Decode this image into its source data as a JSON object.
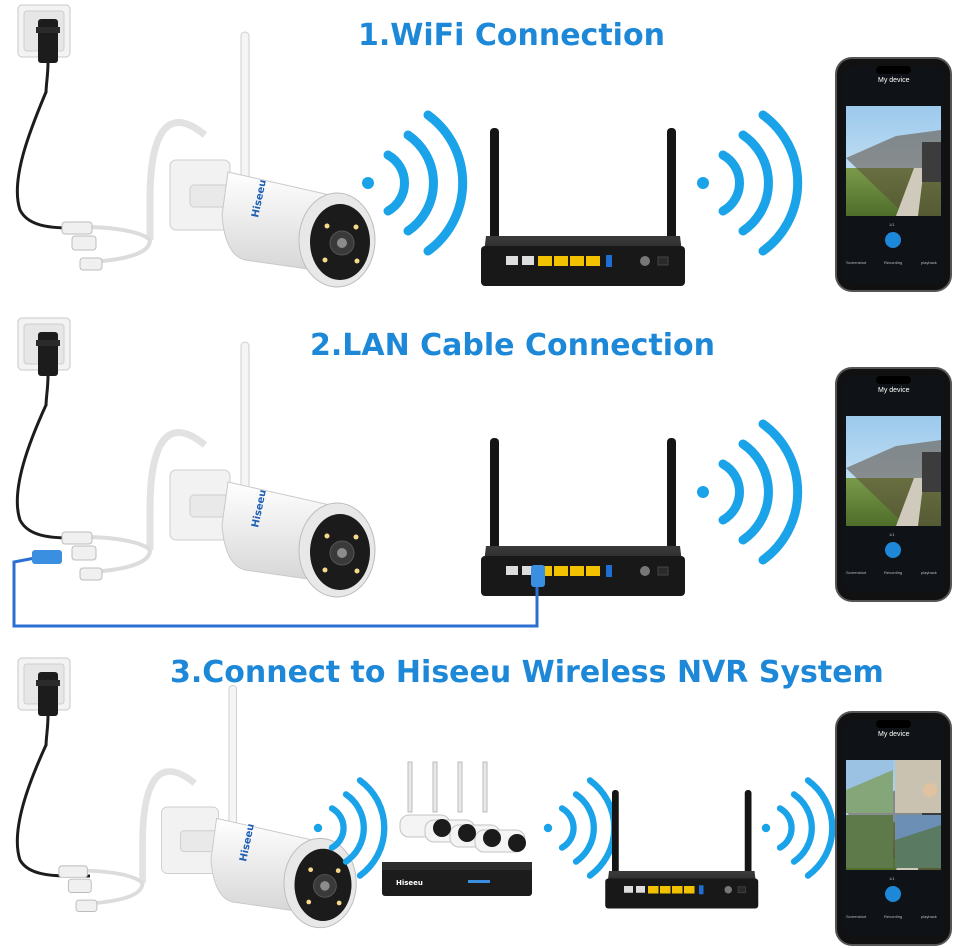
{
  "sections": [
    {
      "title": "1.WiFi Connection"
    },
    {
      "title": "2.LAN Cable Connection"
    },
    {
      "title": "3.Connect to Hiseeu Wireless NVR System"
    }
  ],
  "camera_brand": "Hiseeu",
  "nvr_brand": "Hiseeu",
  "phone": {
    "header": "My device",
    "page": "1/1",
    "buttons": [
      "Screenshot",
      "Recording",
      "playback"
    ]
  },
  "colors": {
    "accent": "#1e88d8",
    "signal": "#1aa3e8",
    "cable": "#2a6fd1",
    "device": "#1b1b1b",
    "port": "#f2c200"
  }
}
